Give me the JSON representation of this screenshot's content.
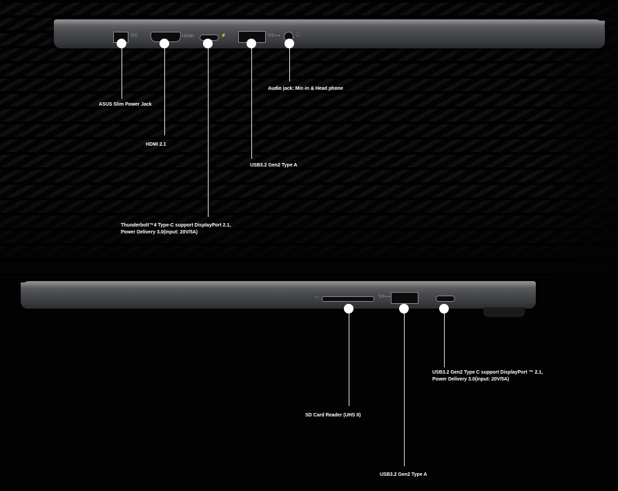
{
  "left_side": {
    "port_marks": {
      "dc": "DC",
      "hdmi": "HDMI",
      "thunderbolt": "⚡",
      "usb": "SS⟷",
      "audio": "🎧"
    },
    "labels": {
      "power_jack": "ASUS Slim Power Jack",
      "hdmi": "HDMI 2.1",
      "thunderbolt_line1": "Thunderbolt™4 Type-C support DisplayPort 2.1,",
      "thunderbolt_line2": "Power Delivery 3.0(input: 20V/5A)",
      "usb_a": "USB3.2 Gen2 Type A",
      "audio": "Audio jack: Mic-in & Head phone"
    }
  },
  "right_side": {
    "port_marks": {
      "sd": "▭",
      "usb": "SS⟷"
    },
    "labels": {
      "sd_reader": "SD Card Reader (UHS II)",
      "usb_a": "USB3.2 Gen2 Type A",
      "usb_c_line1": "USB3.2 Gen2 Type C support DisplayPort ™ 2.1,",
      "usb_c_line2": "Power Delivery 3.0(input: 20V/5A)"
    }
  },
  "colors": {
    "background": "#030303",
    "chassis": "#4b4c4f",
    "callout": "#ffffff"
  }
}
